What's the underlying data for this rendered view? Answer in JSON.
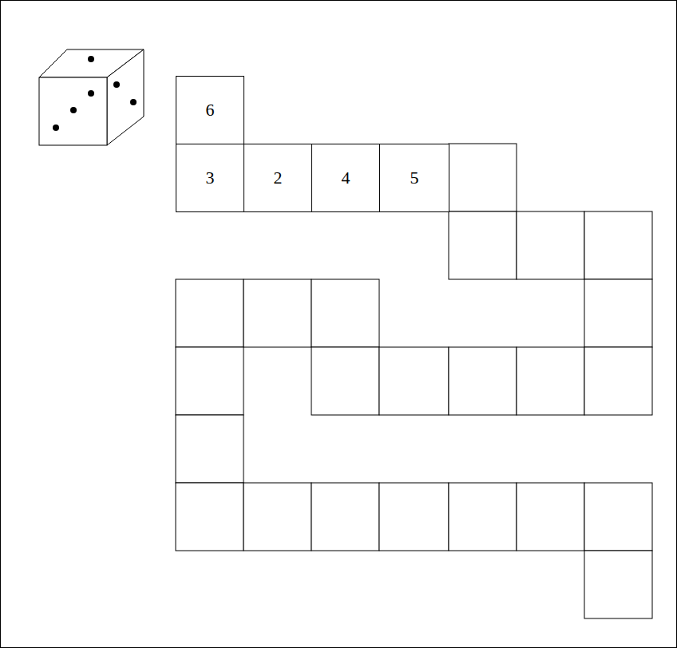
{
  "diagram": {
    "nodes": [
      {
        "text": [
          "6"
        ]
      },
      {
        "text": [
          "3"
        ]
      },
      {
        "text": [
          "2"
        ]
      },
      {
        "text": [
          "4"
        ]
      },
      {
        "text": [
          "5"
        ]
      }
    ]
  }
}
